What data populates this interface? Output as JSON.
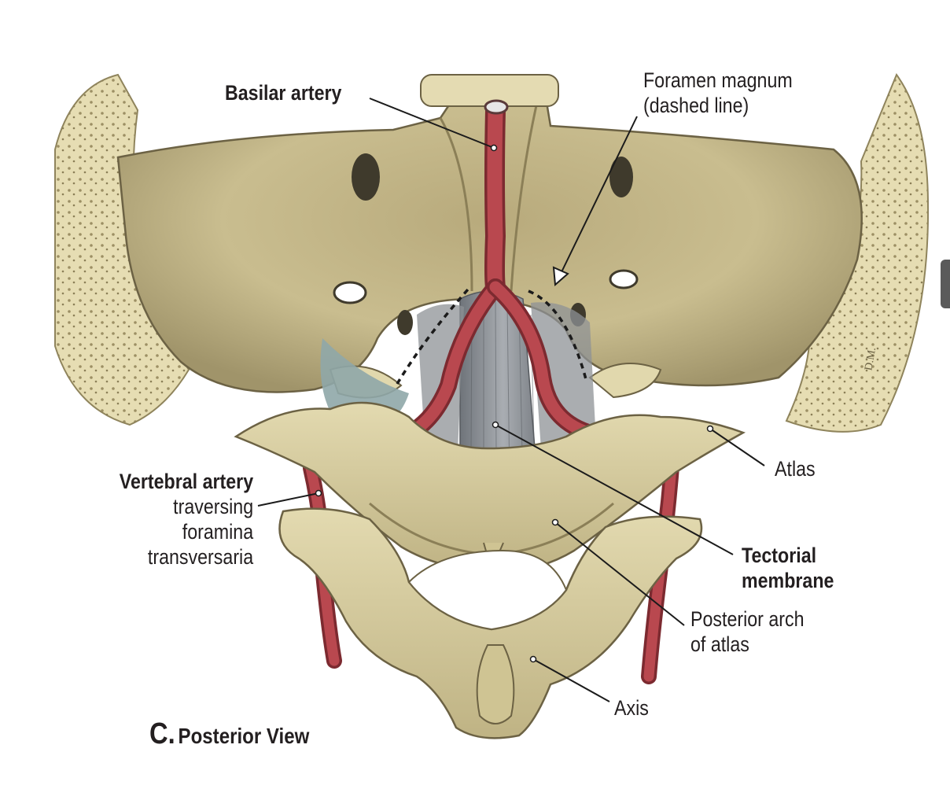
{
  "labels": {
    "basilar_artery": "Basilar artery",
    "foramen_magnum_line1": "Foramen magnum",
    "foramen_magnum_line2": "(dashed line)",
    "vertebral_artery": "Vertebral artery",
    "vertebral_line2": "traversing",
    "vertebral_line3": "foramina",
    "vertebral_line4": "transversaria",
    "atlas": "Atlas",
    "tectorial_line1": "Tectorial",
    "tectorial_line2": "membrane",
    "posterior_arch_line1": "Posterior arch",
    "posterior_arch_line2": "of atlas",
    "axis": "Axis",
    "signature": "D.M."
  },
  "caption": {
    "letter": "C.",
    "title": "Posterior View"
  },
  "colors": {
    "bone": "#d9cfa2",
    "bone_shadow": "#a89c70",
    "skull_outer": "#e8dfb4",
    "artery": "#b9484f",
    "membrane": "#8d9196",
    "ligament_blue": "#8fa7a8",
    "text": "#231f20"
  }
}
